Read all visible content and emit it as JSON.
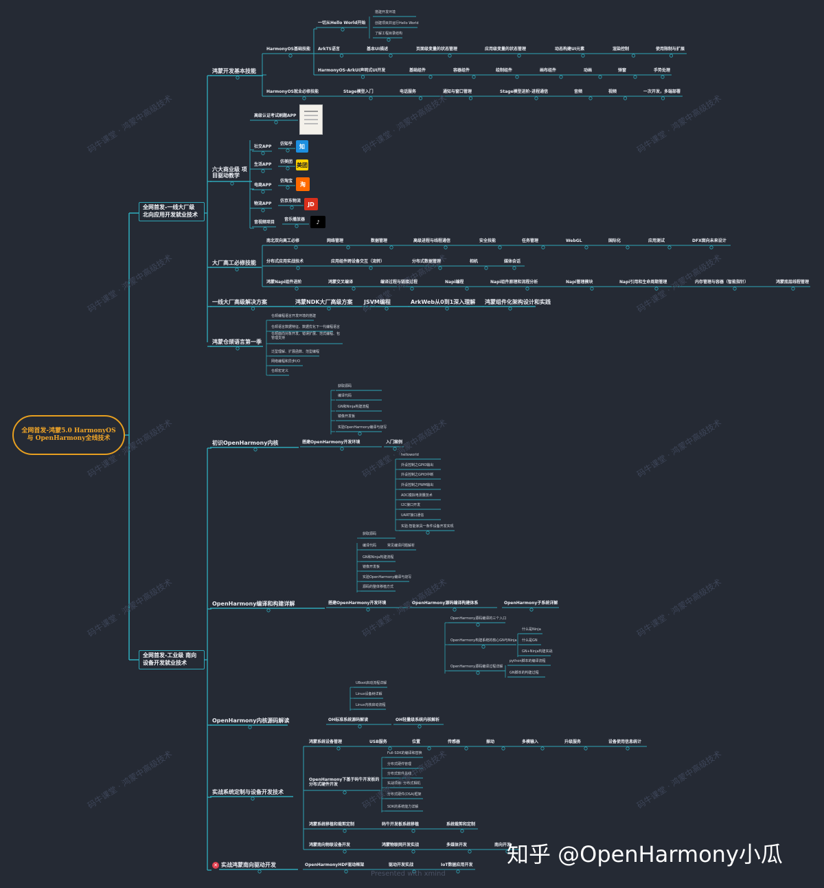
{
  "root": "全网首发-鸿蒙5.0 HarmonyOS与 OpenHarmony全线技术",
  "branches": [
    "全网首发-一线大厂级 北向应用开发就业技术",
    "全网首发-工业级 南向设备开发就业技术"
  ],
  "nodes": {
    "n_hm_basic": "鸿蒙开发基本技能",
    "n_hm_basic_os": "HarmonyOS基础技能",
    "n_hello": "一切从Hello World开始",
    "n_hello_1": "搭建开发环境",
    "n_hello_2": "创建项目并运行Hello World",
    "n_hello_3": "了解工程目录结构",
    "n_arkts": "ArkTS语言",
    "n_arkts_1": "基本UI描述",
    "n_arkts_2": "页面级变量的状态管理",
    "n_arkts_3": "应用级变量的状态管理",
    "n_arkts_4": "动态构建UI元素",
    "n_arkts_5": "渲染控制",
    "n_arkts_6": "使用限制与扩展",
    "n_arkui": "HarmonyOS-ArkUI声明式UI开发",
    "n_arkui_1": "基础组件",
    "n_arkui_2": "容器组件",
    "n_arkui_3": "绘制组件",
    "n_arkui_4": "画布组件",
    "n_arkui_5": "动画",
    "n_arkui_6": "弹窗",
    "n_arkui_7": "手势处理",
    "n_must": "HarmonyOS就业必修技能",
    "n_must_1": "Stage模型入门",
    "n_must_2": "电话服务",
    "n_must_3": "通知与窗口管理",
    "n_must_4": "Stage模型进阶-进程通信",
    "n_must_5": "音频",
    "n_must_6": "视频",
    "n_must_7": "一次开发，多端部署",
    "n_six": "六大商业级 项目驱动教学",
    "n_six_cert": "高级认证考试刷题APP",
    "n_six_social": "社交APP",
    "n_six_social_a": "仿知乎",
    "n_six_life": "生活APP",
    "n_six_life_a": "仿美团",
    "n_six_shop": "电商APP",
    "n_six_shop_a": "仿淘宝",
    "n_six_logi": "物流APP",
    "n_six_logi_a": "仿京东物流",
    "n_six_av": "音视频项目",
    "n_six_av_a": "音乐播放器",
    "n_big": "大厂高工必修技能",
    "n_big_r1": "南北双向高工必修",
    "n_big_r1_1": "网络管理",
    "n_big_r1_2": "数据管理",
    "n_big_r1_3": "高级进程与线程通信",
    "n_big_r1_4": "安全技能",
    "n_big_r1_5": "任务管理",
    "n_big_r1_6": "WebGL",
    "n_big_r1_7": "国际化",
    "n_big_r1_8": "应用测试",
    "n_big_r1_9": "DFX面向未来设计",
    "n_big_r2": "分布式应用实战技术",
    "n_big_r2_1": "应用组件跨设备交互（流转）",
    "n_big_r2_2": "分布式数据管理",
    "n_big_r2_3": "相机",
    "n_big_r2_4": "媒体会话",
    "n_big_r3": "鸿蒙Napi组件进阶",
    "n_big_r3_1": "鸿蒙交叉编译",
    "n_big_r3_2": "编译过程与链接过程",
    "n_big_r3_3": "Napi编程",
    "n_big_r3_4": "Napi组件原理和流程分析",
    "n_big_r3_5": "Napi管理模块",
    "n_big_r3_6": "Napi引用和生命周期管理",
    "n_big_r3_7": "内存管理与容器（智能指针）",
    "n_big_r3_8": "鸿蒙底层线程管理",
    "n_sol": "一线大厂高级解决方案",
    "n_sol_1": "鸿蒙NDK大厂高级方案",
    "n_sol_2": "JSVM编程",
    "n_sol_3": "ArkWeb从0到1深入理解",
    "n_sol_4": "鸿蒙组件化架构设计和实践",
    "n_cj": "鸿蒙仓颉语言第一季",
    "n_cj_1": "仓颉编程语言开发环境的搭建",
    "n_cj_2": "仓颉语言数据特征、数据优化下一代编程语言",
    "n_cj_3": "仓颉面向对象开发、错误扩展、范式编程、包管理支持",
    "n_cj_4": "泛型理解、扩展函数、范型编程",
    "n_cj_5": "网络编程和异步I/O",
    "n_cj_6": "仓颉宏定义",
    "n_oh": "初识OpenHarmony内核",
    "n_oh_env": "搭建OpenHarmony开发环境",
    "n_oh_env_1": "获取源码",
    "n_oh_env_2": "编译代码",
    "n_oh_env_3": "GN和Ninja构建流程",
    "n_oh_env_4": "镜像开发板",
    "n_oh_env_5": "实验OpenHarmony编译与烧写",
    "n_oh_case": "入门案例",
    "n_oh_case_1": "helloworld",
    "n_oh_case_2": "外设控制之GPIO输出",
    "n_oh_case_3": "外设控制之GPIO中断",
    "n_oh_case_4": "外设控制之PWM输出",
    "n_oh_case_5": "ADC模拟电测量技术",
    "n_oh_case_6": "I2C接口开发",
    "n_oh_case_7": "UART接口通信",
    "n_oh_case_8": "实验:智能家具一条件设备开发实现",
    "n_build": "OpenHarmony编译和构建详解",
    "n_build_env": "搭建OpenHarmony开发环境",
    "n_build_env_1": "获取源码",
    "n_build_env_2": "编译代码",
    "n_build_env_2b": "常见编译问题解析",
    "n_build_env_3": "GN和Ninja构建流程",
    "n_build_env_4": "镜像开发板",
    "n_build_env_5": "实验OpenHarmony编译与烧写",
    "n_build_env_6": "源码的整体移植方式",
    "n_build_sys": "OpenHarmony源码编译构建体系",
    "n_build_sys_1": "OpenHarmony源码编译的三个入口",
    "n_build_sys_2": "OpenHarmony构建系统的核心GN与Ninja",
    "n_build_sys_2a": "什么是Ninja",
    "n_build_sys_2b": "什么是GN",
    "n_build_sys_2c": "GN+Ninja构建实战",
    "n_build_sys_3": "OpenHarmony源码编译过程详解",
    "n_build_sys_3a": "python脚本的编译流程",
    "n_build_sys_3b": "GN脚本的构建过程",
    "n_build_sub": "OpenHarmony子系统详解",
    "n_kern": "OpenHarmony内核源码解读",
    "n_kern_1": "OH标准系统源码解读",
    "n_kern_1a": "UBoot启动流程详解",
    "n_kern_1b": "Linux设备树详解",
    "n_kern_1c": "Linux内核启动流程",
    "n_kern_2": "OH轻量级系统内核解析",
    "n_custom": "实战系统定制与设备开发技术",
    "n_custom_r1": "鸿蒙系统设备管理",
    "n_custom_r1_1": "USB服务",
    "n_custom_r1_2": "位置",
    "n_custom_r1_3": "传感器",
    "n_custom_r1_4": "振动",
    "n_custom_r1_5": "多模输入",
    "n_custom_r1_6": "升级服务",
    "n_custom_r1_7": "设备使用信息统计",
    "n_custom_dist": "OpenHarmony下基于码牛开发板的 分布式硬件开发",
    "n_custom_dist_1": "Full-SDK的编译和替换",
    "n_custom_dist_2": "分布式硬件管理",
    "n_custom_dist_3": "分布式软件总线",
    "n_custom_dist_4": "实战项目: 分布式相机",
    "n_custom_dist_5": "分布式硬件(DSA)框架",
    "n_custom_dist_6": "SDK的系统能力详解",
    "n_custom_r3": "鸿蒙系统移植和裁剪定制",
    "n_custom_r3_1": "码牛开发板系统移植",
    "n_custom_r3_2": "系统裁剪和定制",
    "n_custom_r4": "鸿蒙南向物联设备开发",
    "n_custom_r4_1": "鸿蒙物联网开发实战",
    "n_custom_r4_2": "多媒体开发",
    "n_custom_r4_3": "南向开发",
    "n_drv": "实战鸿蒙南向驱动开发",
    "n_drv_1": "OpenHarmonyHDF驱动框架",
    "n_drv_2": "驱动开发实战",
    "n_drv_3": "IoT数据应用开发"
  },
  "watermark_text": "码牛课堂 · 鸿蒙中高级技术",
  "footer": {
    "zhihu": "知乎 @OpenHarmony小瓜",
    "presented": "Presented with xmind"
  },
  "colors": {
    "background": "#252a34",
    "line": "#2fa7b8",
    "root_border": "#e8a020"
  }
}
